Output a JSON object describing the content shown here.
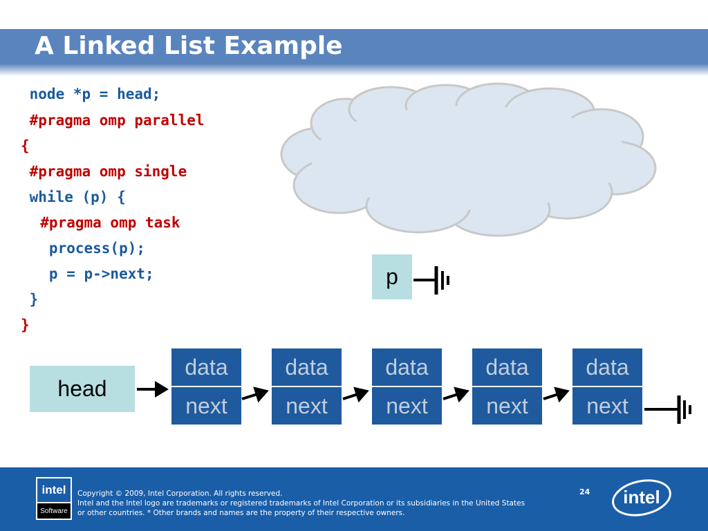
{
  "slide": {
    "title": "A Linked List Example",
    "page_number": "24"
  },
  "code": {
    "lines": [
      {
        "text": " node *p = head;",
        "color": "#1a5a9c"
      },
      {
        "text": " #pragma omp parallel",
        "color": "#c00000"
      },
      {
        "text": "{",
        "color": "#c00000"
      },
      {
        "text": " #pragma omp single",
        "color": "#c00000"
      },
      {
        "text": " while (p) {",
        "color": "#1a5a9c"
      },
      {
        "text": "  #pragma omp task",
        "color": "#c00000"
      },
      {
        "text": "   process(p);",
        "color": "#1a5a9c"
      },
      {
        "text": "   p = p->next;",
        "color": "#1a5a9c"
      },
      {
        "text": " }",
        "color": "#1a5a9c"
      },
      {
        "text": "}",
        "color": "#c00000"
      }
    ]
  },
  "diagram": {
    "pointer_label": "p",
    "head_label": "head",
    "nodes": [
      {
        "data": "data",
        "next": "next"
      },
      {
        "data": "data",
        "next": "next"
      },
      {
        "data": "data",
        "next": "next"
      },
      {
        "data": "data",
        "next": "next"
      },
      {
        "data": "data",
        "next": "next"
      }
    ],
    "colors": {
      "node_fill": "#1f5a9e",
      "node_text": "#c2cedd",
      "pointer_box_fill": "#b7dfe2",
      "cloud_fill": "#dce6f0",
      "cloud_stroke": "#c8c8c8"
    }
  },
  "footer": {
    "logo_small_text": "intel",
    "logo_small_sub": "Software",
    "copyright_lines": [
      "Copyright © 2009, Intel Corporation. All rights reserved.",
      "Intel and the Intel logo are trademarks or registered trademarks of Intel Corporation or its subsidiaries in the United States",
      "or other countries. * Other brands and names are the property of their respective owners."
    ],
    "logo_big_text": "intel"
  },
  "theme": {
    "title_bar": "#5a84bd",
    "footer_bg": "#1a5ea8"
  }
}
